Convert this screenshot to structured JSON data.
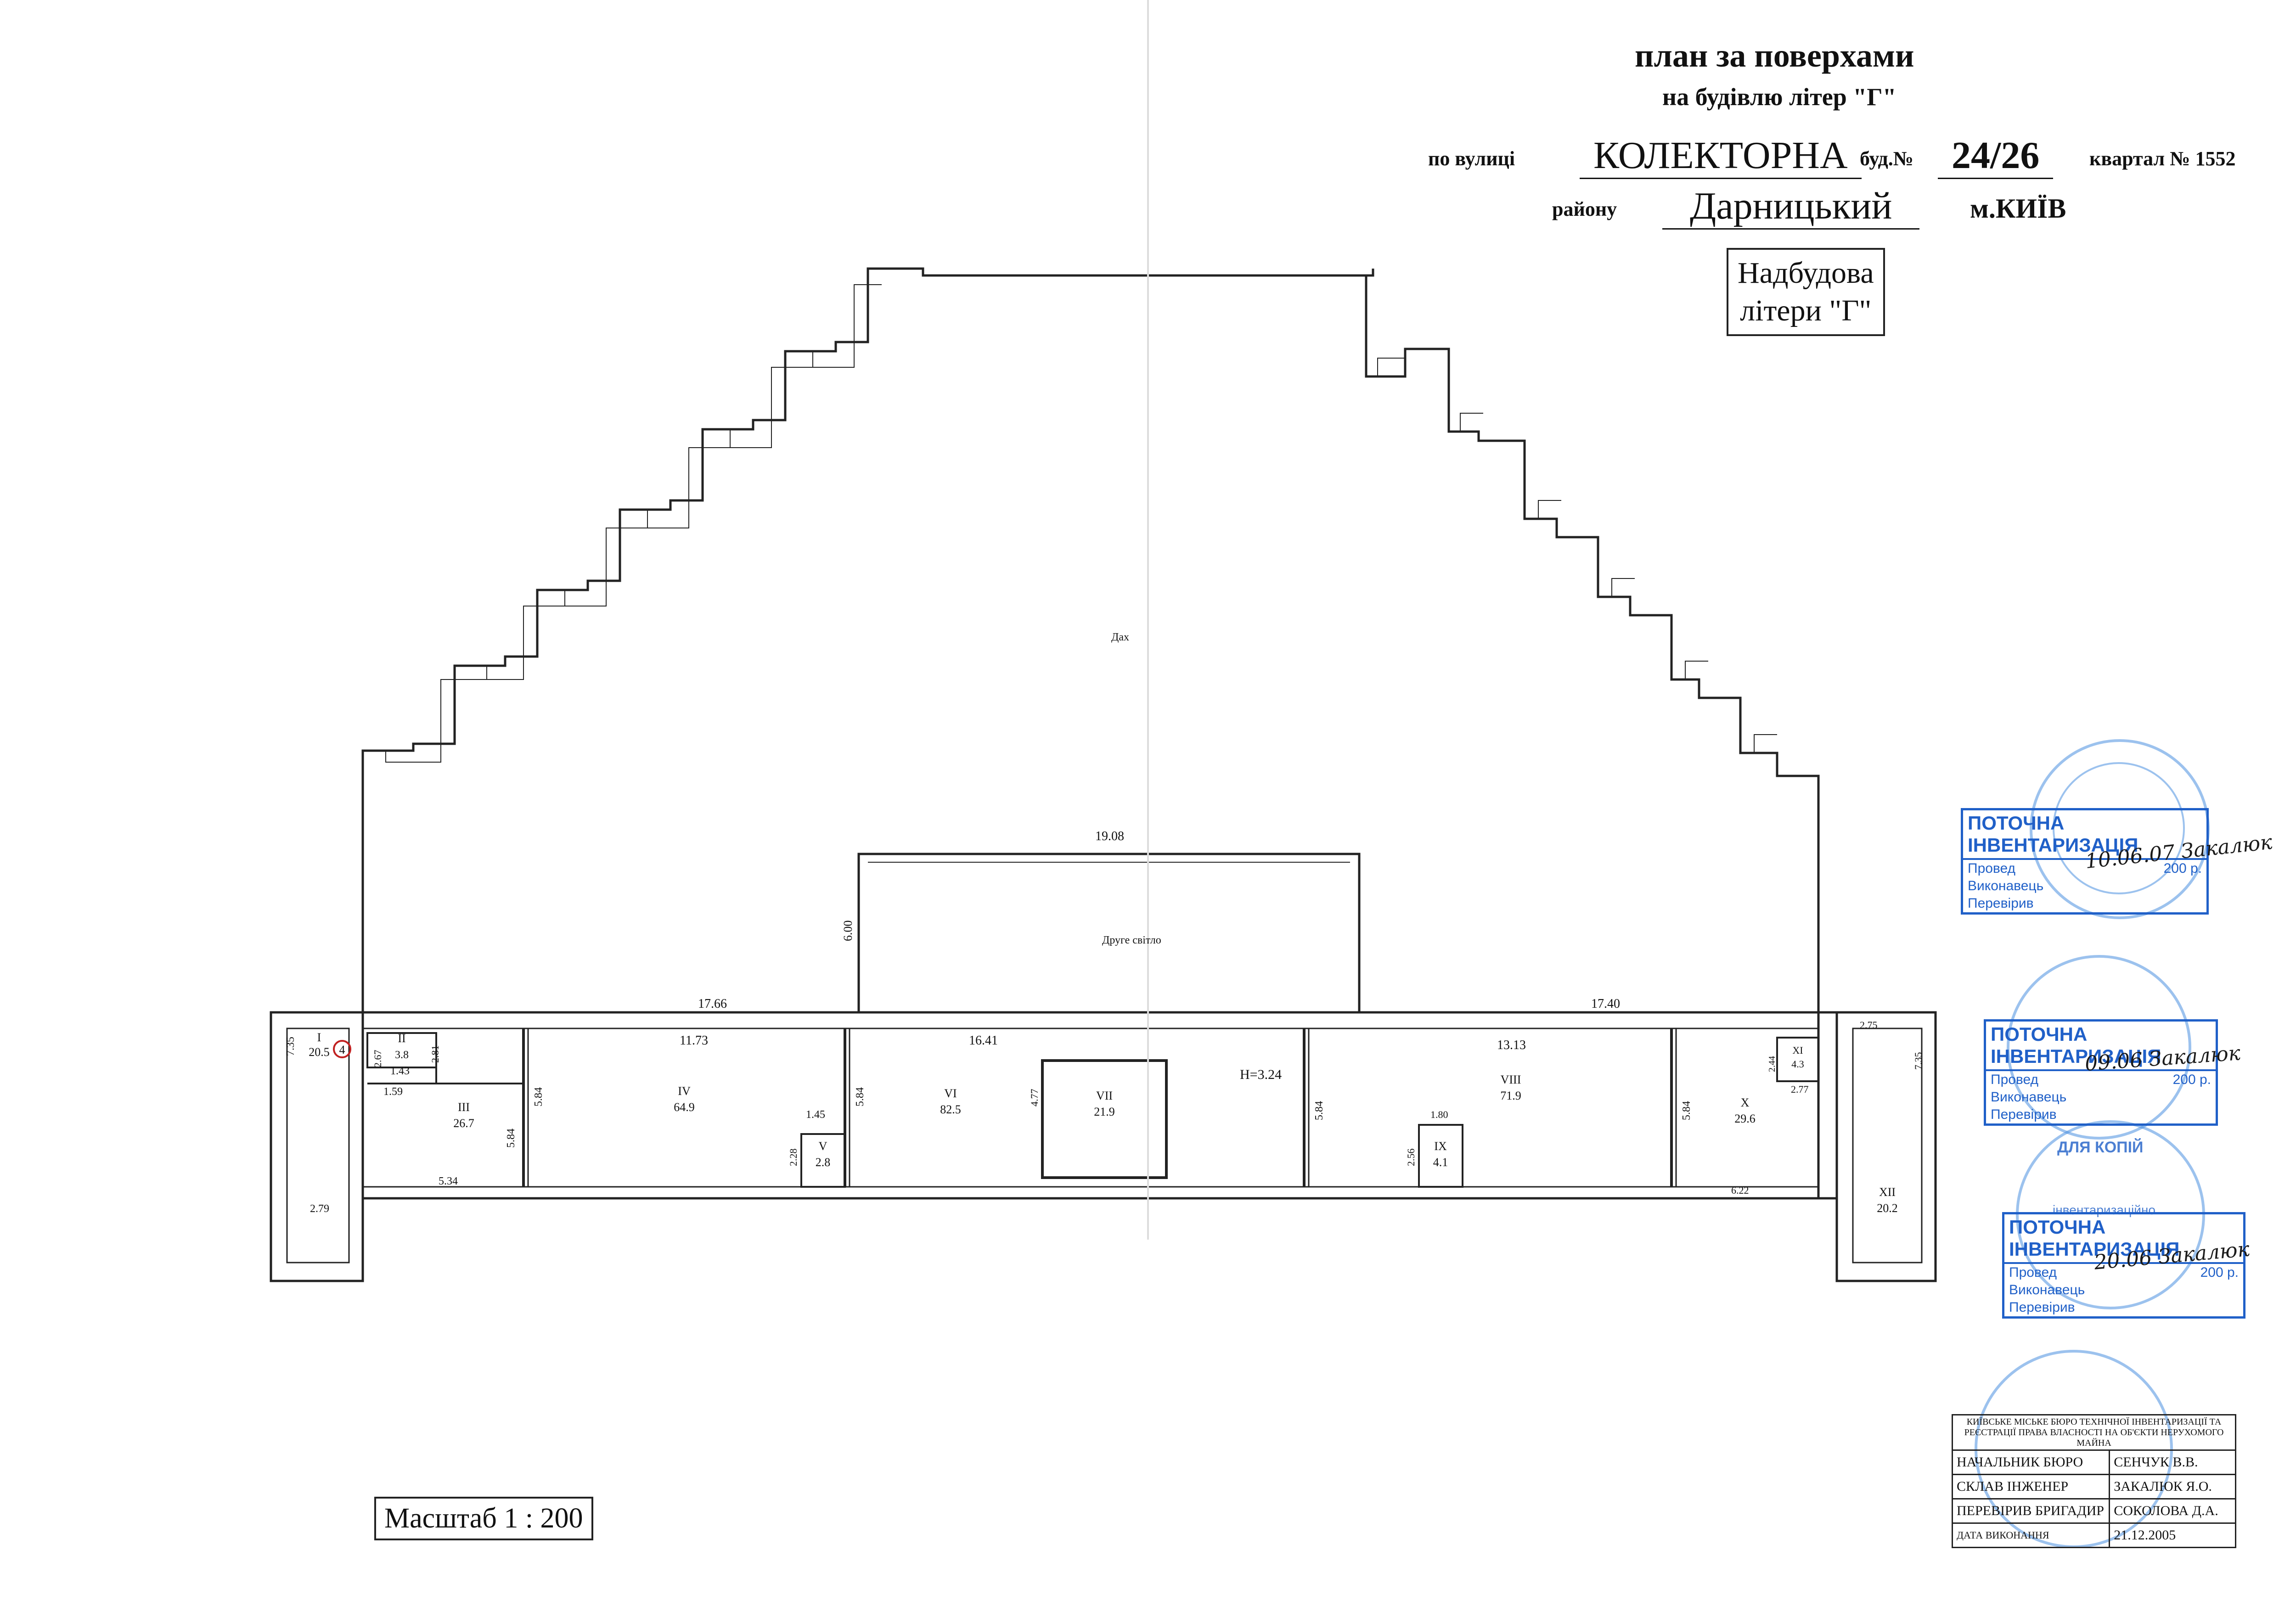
{
  "header": {
    "line1": "план за поверхами",
    "line2": "на будівлю літер \"Г\"",
    "street_label": "по вулиці",
    "street": "КОЛЕКТОРНА",
    "building_label": "буд.№",
    "building": "24/26",
    "block_label": "квартал № 1552",
    "district_label": "району",
    "district": "Дарницький",
    "city": "м.КИЇВ"
  },
  "note_box": {
    "line1": "Надбудова",
    "line2": "літери \"Г\""
  },
  "plan": {
    "roof_label": "Дах",
    "second_light_label": "Друге світло",
    "height_label": "H=3.24",
    "dimensions": {
      "top_center": "19.08",
      "second_light_height": "6.00",
      "left_long": "17.66",
      "right_long": "17.40",
      "d_11_73": "11.73",
      "d_16_41": "16.41",
      "d_13_13": "13.13",
      "d_7_35": "7.35",
      "d_2_67": "2.67",
      "d_3_8": "3.8",
      "d_1_43": "1.43",
      "d_2_81": "2.81",
      "d_1_59": "1.59",
      "d_5_84_a": "5.84",
      "d_5_84_b": "5.84",
      "d_5_84_c": "5.84",
      "d_5_84_d": "5.84",
      "d_5_84_e": "5.84",
      "d_1_45": "1.45",
      "d_2_28": "2.28",
      "d_4_77": "4.77",
      "d_1_80": "1.80",
      "d_2_56": "2.56",
      "d_5_34": "5.34",
      "d_2_79": "2.79",
      "d_6_22": "6.22",
      "d_2_75": "2.75",
      "d_7_35_r": "7.35",
      "d_2_44": "2.44",
      "d_2_77": "2.77"
    },
    "rooms": [
      {
        "num": "I",
        "area": "20.5"
      },
      {
        "num": "II",
        "area": "3.8"
      },
      {
        "num": "III",
        "area": "26.7"
      },
      {
        "num": "IV",
        "area": "64.9"
      },
      {
        "num": "V",
        "area": "2.8"
      },
      {
        "num": "VI",
        "area": "82.5"
      },
      {
        "num": "VII",
        "area": "21.9"
      },
      {
        "num": "VIII",
        "area": "71.9"
      },
      {
        "num": "IX",
        "area": "4.1"
      },
      {
        "num": "X",
        "area": "29.6"
      },
      {
        "num": "XI",
        "area": "4.3"
      },
      {
        "num": "XII",
        "area": "20.2"
      }
    ],
    "marker_1": "4"
  },
  "scale": {
    "label": "Масштаб 1 : 200"
  },
  "stamps": [
    {
      "title": "ПОТОЧНА ІНВЕНТАРИЗАЦІЯ",
      "l1": "Провед",
      "l2": "Виконавець",
      "l3": "Перевірив",
      "year": "200  р.",
      "handwriting": "10.06.07 Закалюк"
    },
    {
      "title": "ПОТОЧНА ІНВЕНТАРИЗАЦІЯ",
      "l1": "Провед",
      "l2": "Виконавець",
      "l3": "Перевірив",
      "year": "200  р.",
      "handwriting": "09.06 Закалюк"
    },
    {
      "title": "ПОТОЧНА ІНВЕНТАРИЗАЦІЯ",
      "l1": "Провед",
      "l2": "Виконавець",
      "l3": "Перевірив",
      "year": "200  р.",
      "handwriting": "20.06 Закалюк"
    }
  ],
  "round_stamp_texts": {
    "copies": "ДЛЯ КОПІЙ",
    "inventory": "інвентаризаційно"
  },
  "signoff": {
    "header": "КИЇВСЬКЕ МІСЬКЕ БЮРО ТЕХНІЧНОЇ ІНВЕНТАРИЗАЦІЇ ТА РЕЄСТРАЦІЇ ПРАВА ВЛАСНОСТІ НА ОБ'ЄКТИ НЕРУХОМОГО МАЙНА",
    "rows": [
      {
        "role": "НАЧАЛЬНИК БЮРО",
        "name": "СЕНЧУК В.В."
      },
      {
        "role": "СКЛАВ ІНЖЕНЕР",
        "name": "ЗАКАЛЮК Я.О."
      },
      {
        "role": "ПЕРЕВІРИВ БРИГАДИР",
        "name": "СОКОЛОВА Д.А."
      },
      {
        "role": "ДАТА ВИКОНАННЯ",
        "name": "21.12.2005"
      }
    ]
  },
  "colors": {
    "ink": "#111111",
    "stamp_blue": "#2060c8",
    "stamp_light": "#4a8fe0",
    "marker_red": "#c02020"
  }
}
